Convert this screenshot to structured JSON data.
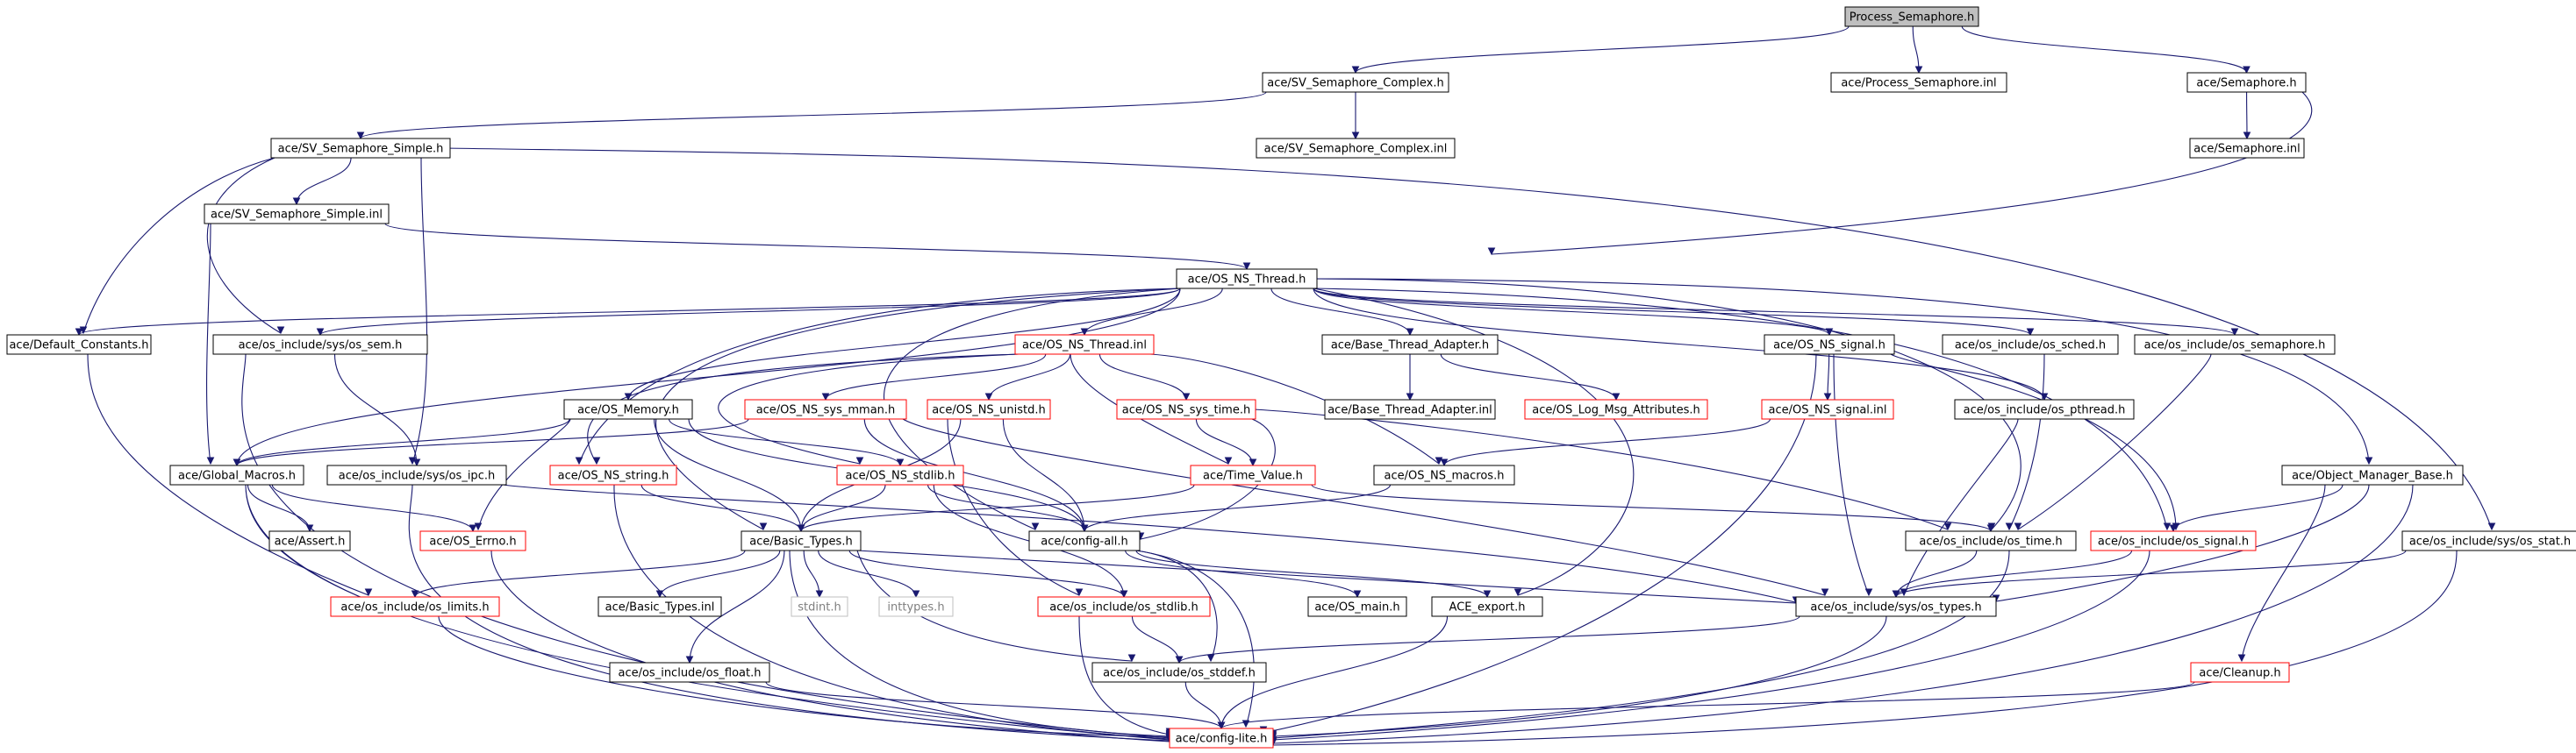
{
  "diagram": {
    "title_node": "Process_Semaphore.h",
    "colors": {
      "edge": "#191970",
      "root_fill": "#bfbfbf",
      "normal_border": "#000000",
      "truncated_border": "#ff0000",
      "external_border": "#bfbfbf",
      "external_text": "#7f7f7f"
    },
    "nodes": {
      "process_semaphore_h": "Process_Semaphore.h",
      "sv_semaphore_complex_h": "ace/SV_Semaphore_Complex.h",
      "process_semaphore_inl": "ace/Process_Semaphore.inl",
      "semaphore_h": "ace/Semaphore.h",
      "sv_semaphore_simple_h": "ace/SV_Semaphore_Simple.h",
      "sv_semaphore_complex_inl": "ace/SV_Semaphore_Complex.inl",
      "semaphore_inl": "ace/Semaphore.inl",
      "sv_semaphore_simple_inl": "ace/SV_Semaphore_Simple.inl",
      "os_ns_thread_h": "ace/OS_NS_Thread.h",
      "default_constants_h": "ace/Default_Constants.h",
      "os_sem_h": "ace/os_include/sys/os_sem.h",
      "os_ns_thread_inl": "ace/OS_NS_Thread.inl",
      "base_thread_adapter_h": "ace/Base_Thread_Adapter.h",
      "os_ns_signal_h": "ace/OS_NS_signal.h",
      "os_sched_h": "ace/os_include/os_sched.h",
      "os_semaphore_h": "ace/os_include/os_semaphore.h",
      "os_memory_h": "ace/OS_Memory.h",
      "os_ns_sys_mman_h": "ace/OS_NS_sys_mman.h",
      "os_ns_unistd_h": "ace/OS_NS_unistd.h",
      "os_ns_sys_time_h": "ace/OS_NS_sys_time.h",
      "base_thread_adapter_inl": "ace/Base_Thread_Adapter.inl",
      "os_log_msg_attributes_h": "ace/OS_Log_Msg_Attributes.h",
      "os_ns_signal_inl": "ace/OS_NS_signal.inl",
      "os_pthread_h": "ace/os_include/os_pthread.h",
      "global_macros_h": "ace/Global_Macros.h",
      "os_ipc_h": "ace/os_include/sys/os_ipc.h",
      "os_ns_string_h": "ace/OS_NS_string.h",
      "os_ns_stdlib_h": "ace/OS_NS_stdlib.h",
      "time_value_h": "ace/Time_Value.h",
      "os_ns_macros_h": "ace/OS_NS_macros.h",
      "object_manager_base_h": "ace/Object_Manager_Base.h",
      "assert_h": "ace/Assert.h",
      "os_errno_h": "ace/OS_Errno.h",
      "basic_types_h": "ace/Basic_Types.h",
      "config_all_h": "ace/config-all.h",
      "os_time_h": "ace/os_include/os_time.h",
      "os_signal_h": "ace/os_include/os_signal.h",
      "os_stat_h": "ace/os_include/sys/os_stat.h",
      "os_limits_h": "ace/os_include/os_limits.h",
      "basic_types_inl": "ace/Basic_Types.inl",
      "stdint_h": "stdint.h",
      "inttypes_h": "inttypes.h",
      "os_stdlib_h": "ace/os_include/os_stdlib.h",
      "os_main_h": "ace/OS_main.h",
      "ace_export_h": "ACE_export.h",
      "os_types_h": "ace/os_include/sys/os_types.h",
      "os_float_h": "ace/os_include/os_float.h",
      "os_stddef_h": "ace/os_include/os_stddef.h",
      "cleanup_h": "ace/Cleanup.h",
      "config_lite_h": "ace/config-lite.h"
    }
  }
}
